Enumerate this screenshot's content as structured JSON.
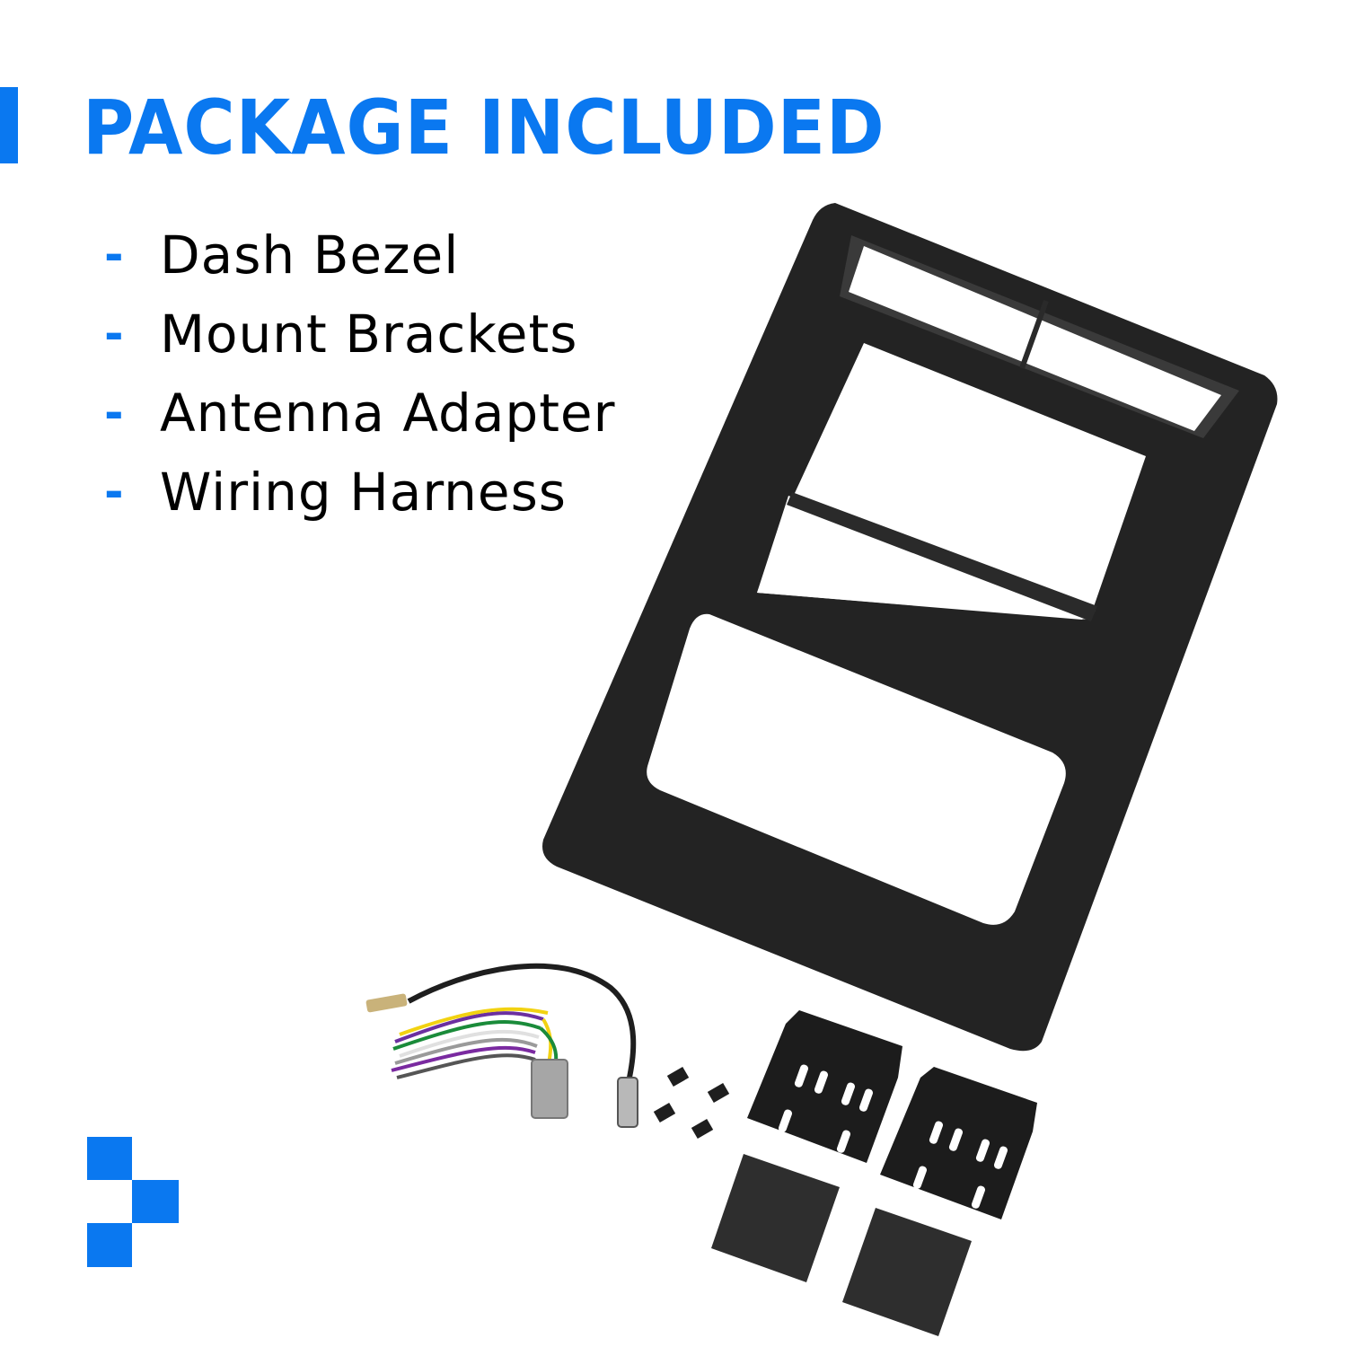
{
  "header": {
    "title": "PACKAGE INCLUDED"
  },
  "items": [
    {
      "label": "Dash Bezel"
    },
    {
      "label": "Mount Brackets"
    },
    {
      "label": "Antenna Adapter"
    },
    {
      "label": "Wiring Harness"
    }
  ],
  "colors": {
    "accent": "#0a78f0",
    "text": "#000000",
    "product": "#1f1f1f"
  },
  "images": [
    "dash-bezel",
    "wiring-harness",
    "antenna-adapter",
    "mount-clips",
    "mount-brackets",
    "bracket-pads"
  ]
}
